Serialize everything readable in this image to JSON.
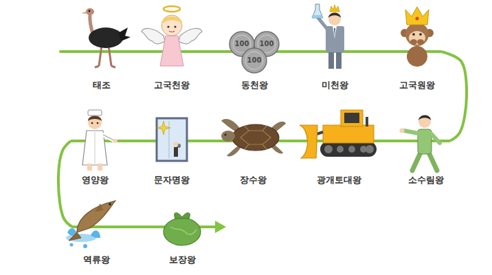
{
  "diagram": {
    "nodes": [
      {
        "text": [
          "태조"
        ]
      },
      {
        "text": [
          "고국천왕"
        ]
      },
      {
        "text": [
          "동천왕"
        ]
      },
      {
        "text": [
          "미천왕"
        ]
      },
      {
        "text": [
          "고국원왕"
        ]
      },
      {
        "text": [
          "소수림왕"
        ]
      },
      {
        "text": [
          "광개토대왕"
        ]
      },
      {
        "text": [
          "장수왕"
        ]
      },
      {
        "text": [
          "문자명왕"
        ]
      },
      {
        "text": [
          "영양왕"
        ]
      },
      {
        "text": [
          "역류왕"
        ]
      },
      {
        "text": [
          "보장왕"
        ]
      }
    ],
    "edges": [
      {
        "from": 0,
        "to": 1,
        "arrow": "none"
      },
      {
        "from": 1,
        "to": 2,
        "arrow": "none"
      },
      {
        "from": 2,
        "to": 3,
        "arrow": "none"
      },
      {
        "from": 3,
        "to": 4,
        "arrow": "none"
      },
      {
        "from": 4,
        "to": 5,
        "arrow": "none"
      },
      {
        "from": 5,
        "to": 6,
        "arrow": "none"
      },
      {
        "from": 6,
        "to": 7,
        "arrow": "none"
      },
      {
        "from": 7,
        "to": 8,
        "arrow": "none"
      },
      {
        "from": 8,
        "to": 9,
        "arrow": "none"
      },
      {
        "from": 9,
        "to": 10,
        "arrow": "none"
      },
      {
        "from": 10,
        "to": 11,
        "arrow": "none"
      }
    ],
    "labels": [
      "100",
      "100",
      "100"
    ]
  }
}
